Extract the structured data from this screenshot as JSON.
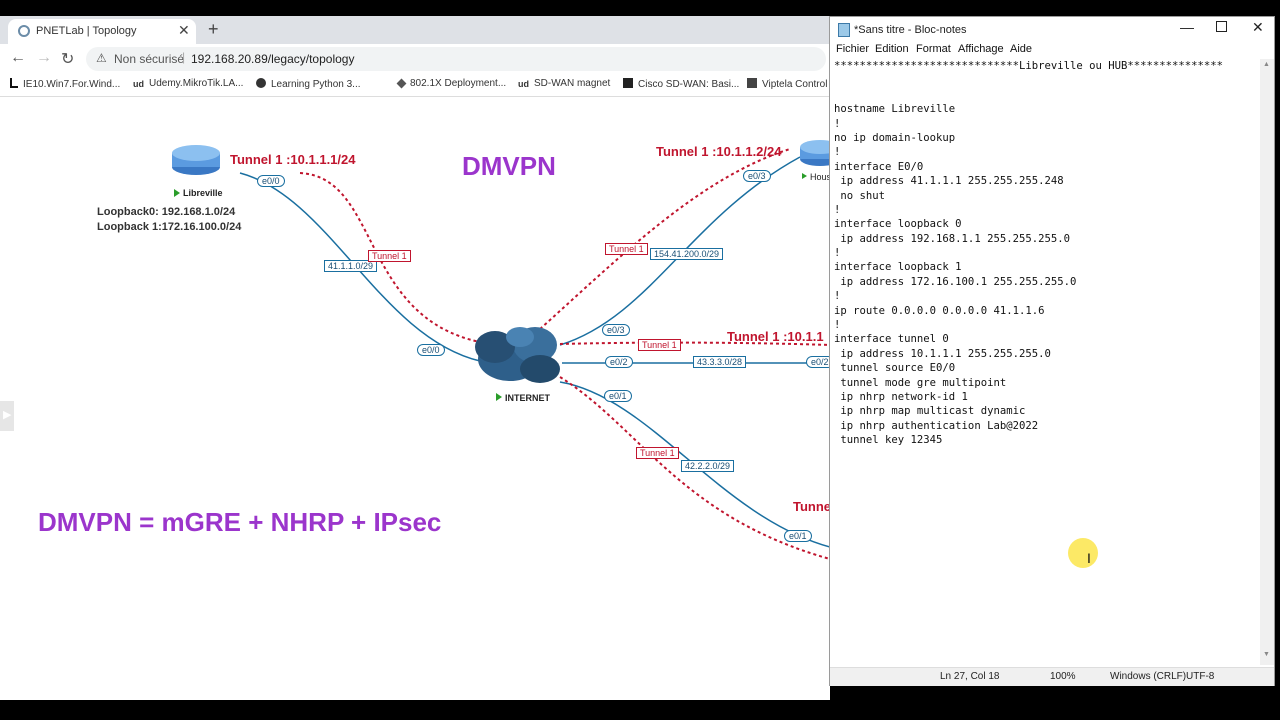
{
  "browser": {
    "tab_title": "PNETLab | Topology",
    "url_security": "Non sécurisé",
    "url": "192.168.20.89/legacy/topology",
    "bookmarks": [
      "IE10.Win7.For.Wind...",
      "Udemy.MikroTik.LA...",
      "Learning Python 3...",
      "802.1X Deployment...",
      "SD-WAN magnet",
      "Cisco SD-WAN: Basi...",
      "Viptela Control"
    ]
  },
  "topology": {
    "title": "DMVPN",
    "equation": "DMVPN = mGRE + NHRP + IPsec",
    "libreville": {
      "name": "Libreville",
      "tunnel_label": "Tunnel 1 :10.1.1.1/24",
      "loopback0": "Loopback0: 192.168.1.0/24",
      "loopback1": "Loopback 1:172.16.100.0/24"
    },
    "remote_top": {
      "tunnel_label": "Tunnel 1 :10.1.1.2/24",
      "name": "Hous"
    },
    "remote_mid": {
      "tunnel_label": "Tunnel 1 :10.1.1"
    },
    "remote_bot": {
      "tunnel_label": "Tunne"
    },
    "cloud": "INTERNET",
    "interfaces": {
      "lib_e00": "e0/0",
      "cloud_e00": "e0/0",
      "cloud_e03": "e0/3",
      "cloud_e02": "e0/2",
      "cloud_e01": "e0/1",
      "top_e03": "e0/3",
      "mid_e02": "e0/2",
      "bot_e01": "e0/1"
    },
    "networks": {
      "net_lib": "41.1.1.0/29",
      "net_top": "154.41.200.0/29",
      "net_mid": "43.3.3.0/28",
      "net_bot": "42.2.2.0/29"
    },
    "tunnel_tag": "Tunnel 1"
  },
  "notepad": {
    "title": "*Sans titre - Bloc-notes",
    "menus": [
      "Fichier",
      "Edition",
      "Format",
      "Affichage",
      "Aide"
    ],
    "lines": [
      "*****************************Libreville ou HUB***************",
      "",
      "",
      "hostname Libreville",
      "!",
      "no ip domain-lookup",
      "!",
      "interface E0/0",
      " ip address 41.1.1.1 255.255.255.248",
      " no shut",
      "!",
      "interface loopback 0",
      " ip address 192.168.1.1 255.255.255.0",
      "!",
      "interface loopback 1",
      " ip address 172.16.100.1 255.255.255.0",
      "!",
      "ip route 0.0.0.0 0.0.0.0 41.1.1.6",
      "!",
      "interface tunnel 0",
      " ip address 10.1.1.1 255.255.255.0",
      " tunnel source E0/0",
      " tunnel mode gre multipoint",
      " ip nhrp network-id 1",
      " ip nhrp map multicast dynamic",
      " ip nhrp authentication Lab@2022",
      " tunnel key 12345"
    ],
    "status": {
      "position": "Ln 27, Col 18",
      "zoom": "100%",
      "eol": "Windows (CRLF)",
      "encoding": "UTF-8"
    }
  },
  "colors": {
    "tunnel": "#c0152e",
    "link": "#1a6fa0",
    "title": "#9b35cc"
  }
}
